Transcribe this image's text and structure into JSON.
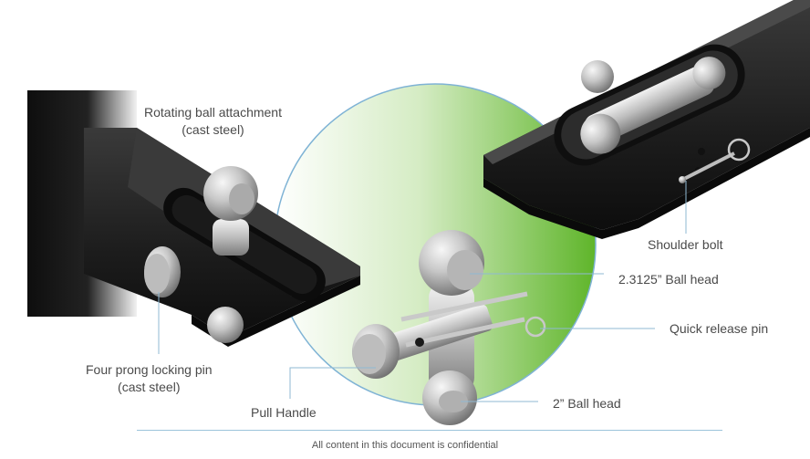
{
  "labels": {
    "rotating_ball_line1": "Rotating ball attachment",
    "rotating_ball_line2": "(cast steel)",
    "shoulder_bolt": "Shoulder bolt",
    "ball_head_large": "2.3125” Ball head",
    "quick_release_pin": "Quick release pin",
    "locking_pin_line1": "Four prong locking pin",
    "locking_pin_line2": "(cast steel)",
    "pull_handle": "Pull Handle",
    "ball_head_small": "2” Ball head"
  },
  "footer": "All content in this document is confidential",
  "colors": {
    "callout_line": "#8fb9d3",
    "circle_border": "#7fb3d5",
    "circle_green": "#5fb52a",
    "steel_black": "#1e1e1e",
    "chrome": "#c9c9c9"
  }
}
